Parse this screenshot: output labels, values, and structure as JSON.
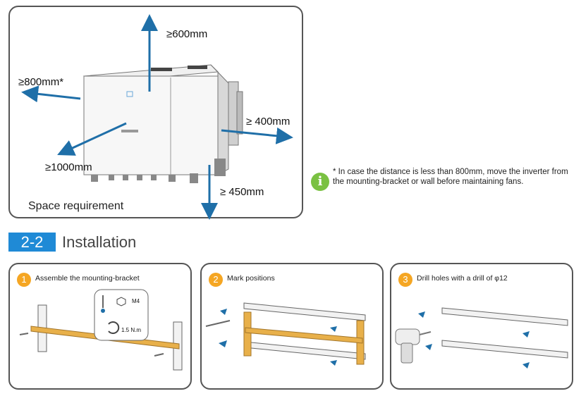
{
  "space": {
    "title": "Space requirement",
    "dims": {
      "top": "≥600mm",
      "left": "≥800mm*",
      "right": "≥ 400mm",
      "front": "≥1000mm",
      "bottom": "≥ 450mm"
    }
  },
  "note": {
    "icon": "info-icon",
    "text": "* In case the distance is less than 800mm, move the inverter from the mounting-bracket or wall before maintaining fans."
  },
  "section": {
    "number": "2-2",
    "title": "Installation"
  },
  "steps": [
    {
      "number": "1",
      "label": "Assemble the mounting-bracket",
      "screw": "M4",
      "torque": "1.5 N.m"
    },
    {
      "number": "2",
      "label": "Mark positions"
    },
    {
      "number": "3",
      "label": "Drill holes with a drill of φ12"
    }
  ],
  "colors": {
    "arrow": "#1f6fa8",
    "accent": "#1f8ad6",
    "bracket": "#e8b04a",
    "step_badge": "#f5a623",
    "info": "#7ac142"
  }
}
